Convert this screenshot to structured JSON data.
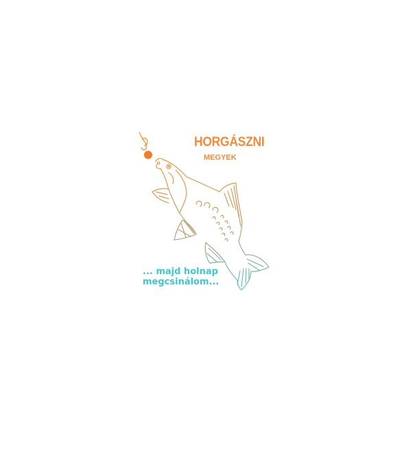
{
  "design": {
    "title": "HORGÁSZNI",
    "subtitle": "MEGYEK",
    "tagline_line1": "... majd holnap",
    "tagline_line2": "megcsinálom...",
    "icons": [
      "fishing-hook-icon",
      "bait-ball-icon",
      "carp-fish-icon"
    ]
  },
  "colors": {
    "background": "#ffffff",
    "title": "#f58a3a",
    "subtitle": "#f58a3a",
    "tagline": "#3ec7d3",
    "bait": "#f57d2a",
    "line_top": "#f5923e",
    "line_middle": "#b9a070",
    "line_bottom": "#4fc6cf"
  }
}
